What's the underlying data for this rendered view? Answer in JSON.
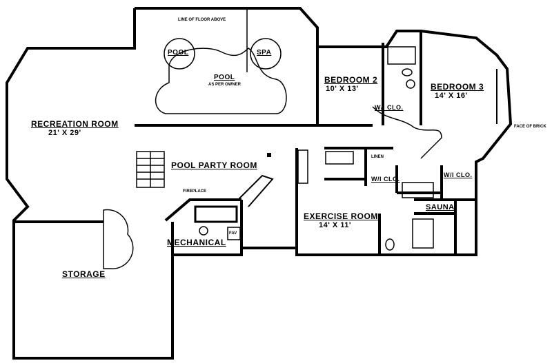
{
  "rooms": {
    "recreation": {
      "name": "RECREATION ROOM",
      "size": "21' X 29'"
    },
    "pool_left": {
      "name": "POOL"
    },
    "spa": {
      "name": "SPA"
    },
    "pool_main": {
      "name": "POOL",
      "note": "AS PER OWNER"
    },
    "bedroom2": {
      "name": "BEDROOM 2",
      "size": "10' X 13'"
    },
    "bedroom3": {
      "name": "BEDROOM 3",
      "size": "14' X 16'"
    },
    "wic_bed2": {
      "name": "W/I CLO."
    },
    "pool_party": {
      "name": "POOL PARTY ROOM"
    },
    "exercise": {
      "name": "EXERCISE ROOM",
      "size": "14' X 11'"
    },
    "wic_center": {
      "name": "W/I CLO."
    },
    "wic_right": {
      "name": "W/I CLO."
    },
    "sauna": {
      "name": "SAUNA"
    },
    "mechanical": {
      "name": "MECHANICAL"
    },
    "storage": {
      "name": "STORAGE"
    }
  },
  "annotations": {
    "floor_above": "LINE OF FLOOR ABOVE",
    "face_of_brick": "FACE OF BRICK",
    "fireplace": "FIREPLACE",
    "linen": "LINEN",
    "fav": "FAV"
  }
}
